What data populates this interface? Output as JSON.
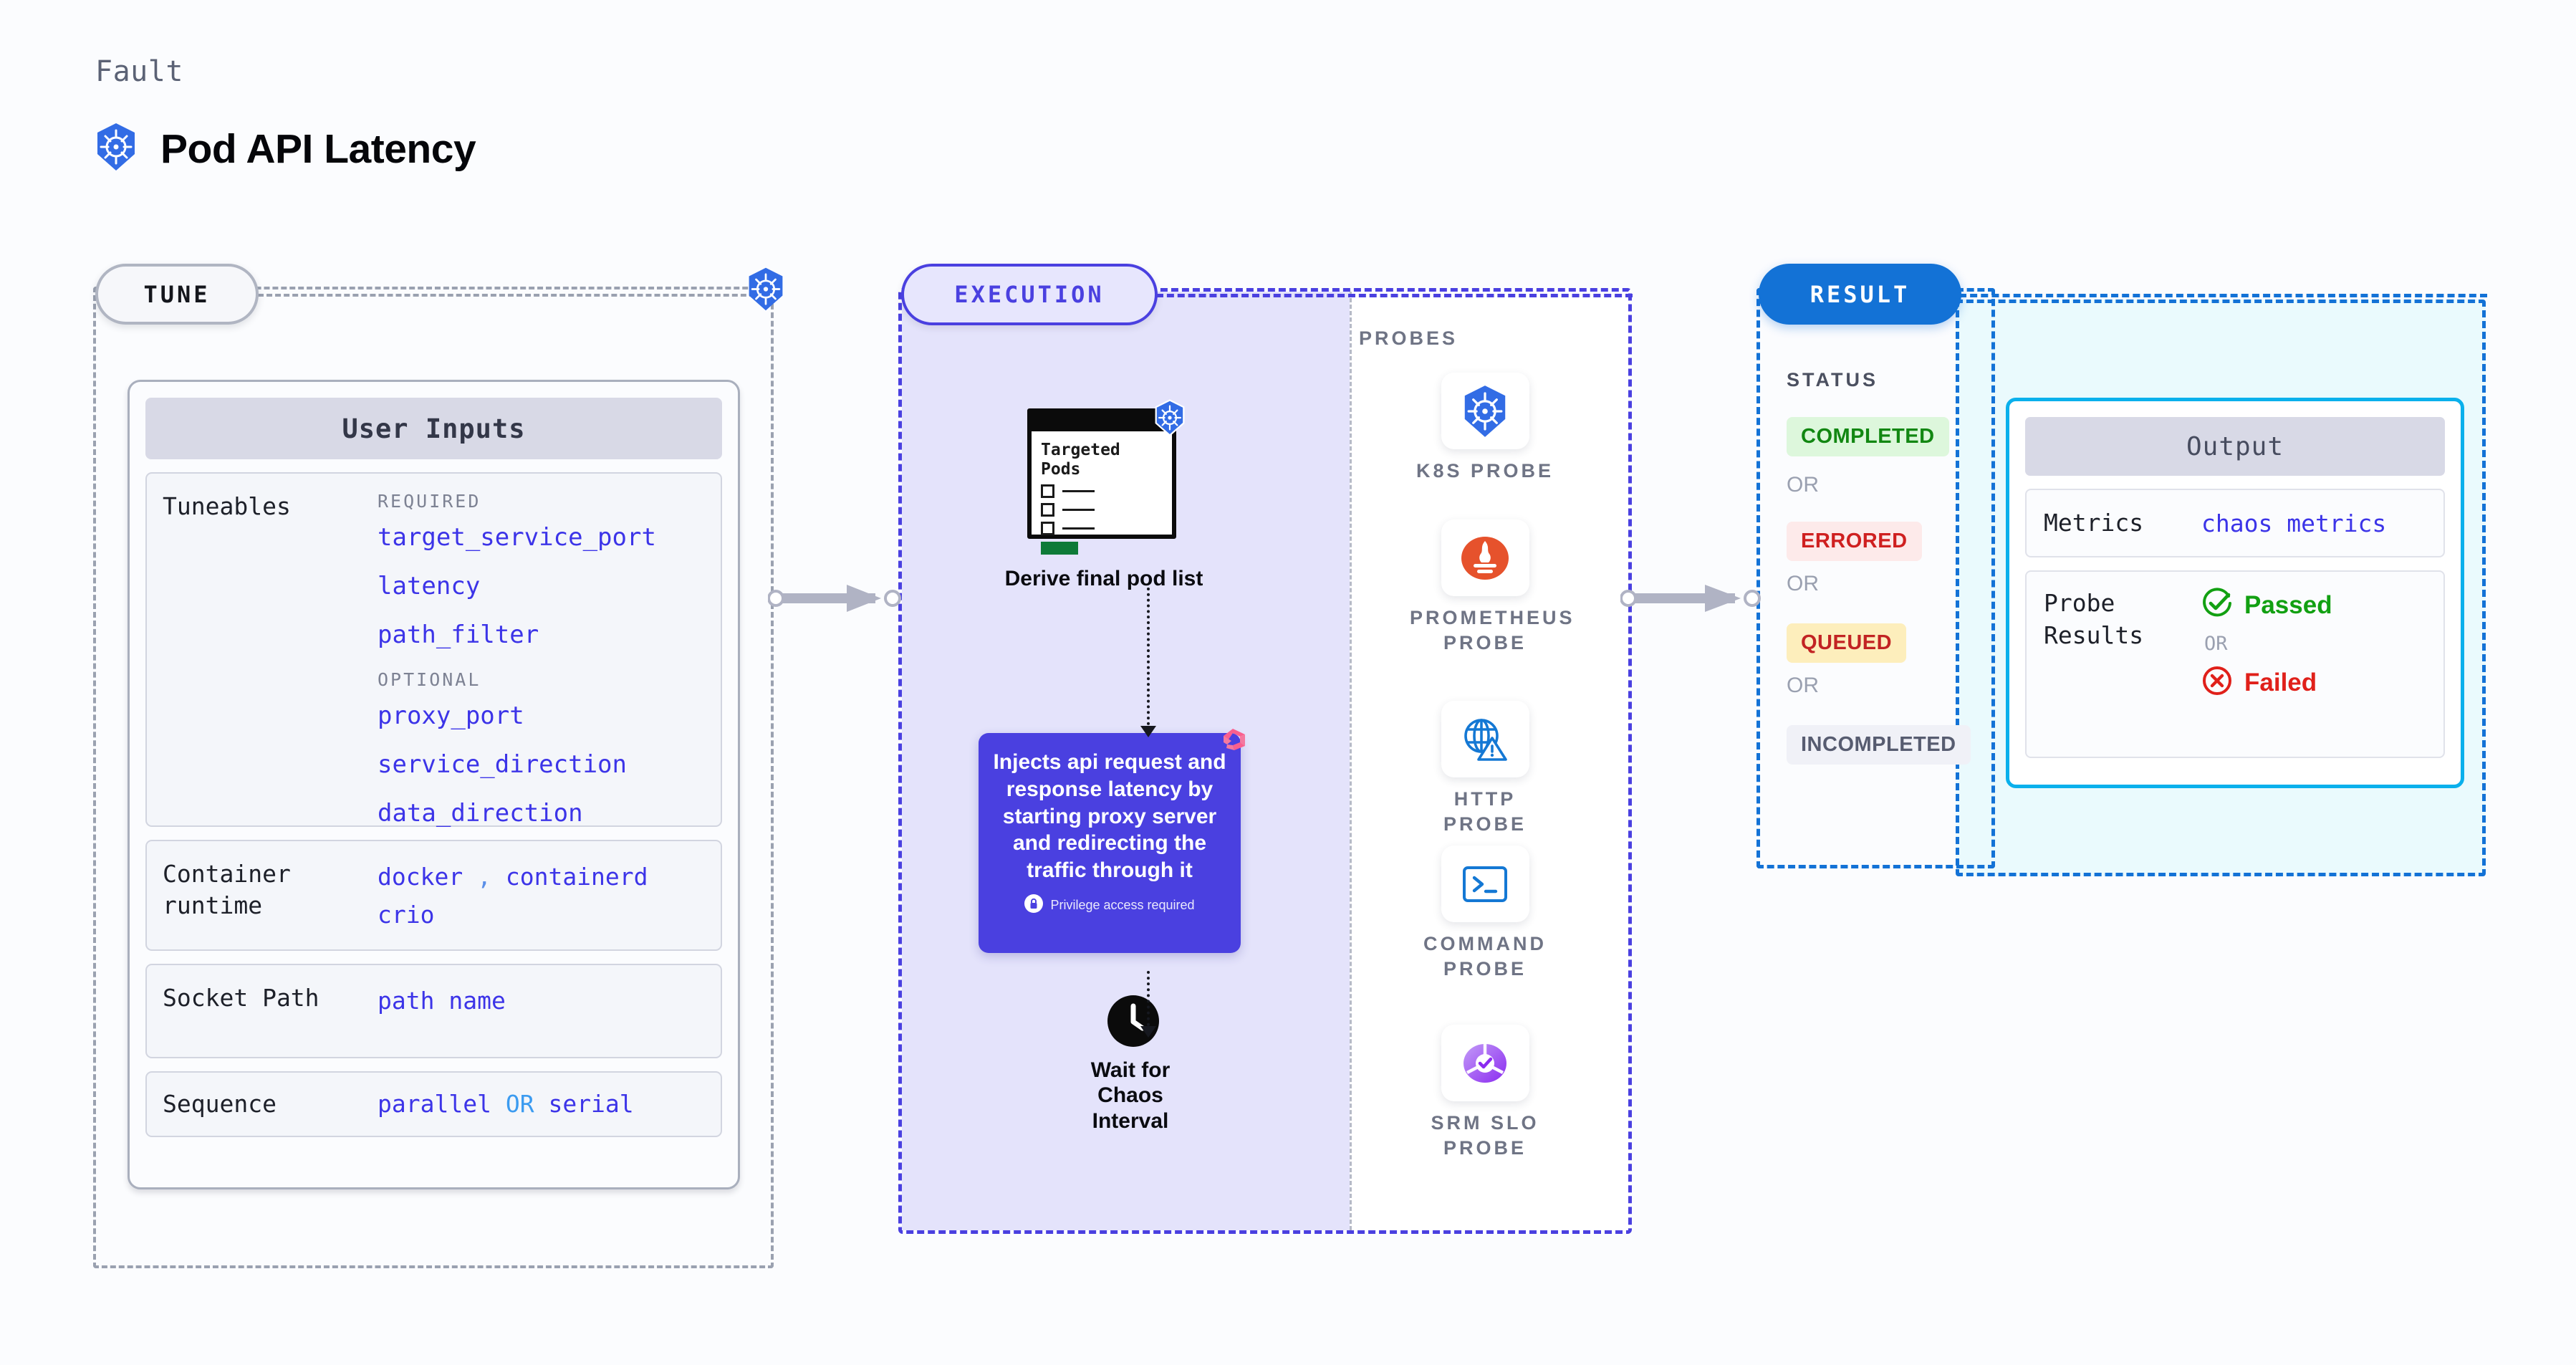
{
  "header": {
    "eyebrow": "Fault",
    "title": "Pod API Latency",
    "icon": "kubernetes-icon"
  },
  "stages": {
    "tune": "TUNE",
    "execution": "EXECUTION",
    "result": "RESULT"
  },
  "tune": {
    "card_title": "User Inputs",
    "sections": [
      {
        "label": "Tuneables",
        "groups": [
          {
            "category": "REQUIRED",
            "items": [
              "target_service_port",
              "latency",
              "path_filter"
            ]
          },
          {
            "category": "OPTIONAL",
            "items": [
              "proxy_port",
              "service_direction",
              "data_direction"
            ]
          }
        ]
      },
      {
        "label": "Container runtime",
        "values": [
          "docker",
          ",",
          "containerd",
          "crio"
        ]
      },
      {
        "label": "Socket Path",
        "values": [
          "path name"
        ]
      },
      {
        "label": "Sequence",
        "values": [
          "parallel",
          "OR",
          "serial"
        ]
      }
    ],
    "tuneables_label": "Tuneables",
    "required_label": "REQUIRED",
    "optional_label": "OPTIONAL",
    "t_required": [
      "target_service_port",
      "latency",
      "path_filter"
    ],
    "t_optional": [
      "proxy_port",
      "service_direction",
      "data_direction"
    ],
    "runtime_label": "Container runtime",
    "runtime_a": "docker",
    "runtime_comma": ",",
    "runtime_b": "containerd",
    "runtime_c": "crio",
    "socket_label": "Socket Path",
    "socket_value": "path name",
    "sequence_label": "Sequence",
    "sequence_a": "parallel",
    "sequence_or": "OR",
    "sequence_b": "serial"
  },
  "execution": {
    "pods_card": {
      "title": "Targeted Pods",
      "icon": "kubernetes-icon"
    },
    "step_derive": "Derive final pod list",
    "inject": {
      "text": "Injects api request and response latency by starting proxy server and redirecting the traffic through it",
      "privilege_note": "Privilege access required",
      "corner_icon": "chaos-icon",
      "lock_icon": "lock-icon",
      "color": "#4a40e0"
    },
    "step_wait": "Wait for Chaos Interval",
    "clock_icon": "clock-icon"
  },
  "probes": {
    "title": "PROBES",
    "items": [
      {
        "name": "K8S PROBE",
        "icon": "kubernetes-icon"
      },
      {
        "name": "PROMETHEUS PROBE",
        "icon": "prometheus-icon"
      },
      {
        "name": "HTTP PROBE",
        "icon": "globe-warning-icon"
      },
      {
        "name": "COMMAND PROBE",
        "icon": "terminal-icon"
      },
      {
        "name": "SRM SLO PROBE",
        "icon": "srm-slo-icon"
      }
    ]
  },
  "result": {
    "status_label": "STATUS",
    "or_label": "OR",
    "badges": [
      {
        "label": "COMPLETED",
        "bg": "#ddf7dc",
        "fg": "#128712"
      },
      {
        "label": "ERRORED",
        "bg": "#fdeaea",
        "fg": "#cf2020"
      },
      {
        "label": "QUEUED",
        "bg": "#fdeebc",
        "fg": "#c22323"
      },
      {
        "label": "INCOMPLETED",
        "bg": "#f0f1f7",
        "fg": "#575c70"
      }
    ],
    "b0": "COMPLETED",
    "b1": "ERRORED",
    "b2": "QUEUED",
    "b3": "INCOMPLETED"
  },
  "output": {
    "card_title": "Output",
    "metrics_label": "Metrics",
    "metrics_value": "chaos metrics",
    "probe_results_label": "Probe Results",
    "passed_label": "Passed",
    "or_label": "OR",
    "failed_label": "Failed",
    "passed_icon": "check-circle-icon",
    "failed_icon": "x-circle-icon"
  },
  "colors": {
    "accent_purple": "#4a40e0",
    "accent_blue": "#1372d6",
    "accent_cyan": "#0ab0ec",
    "k8s_blue": "#326ce5",
    "tune_gray": "#9aa1b0"
  }
}
